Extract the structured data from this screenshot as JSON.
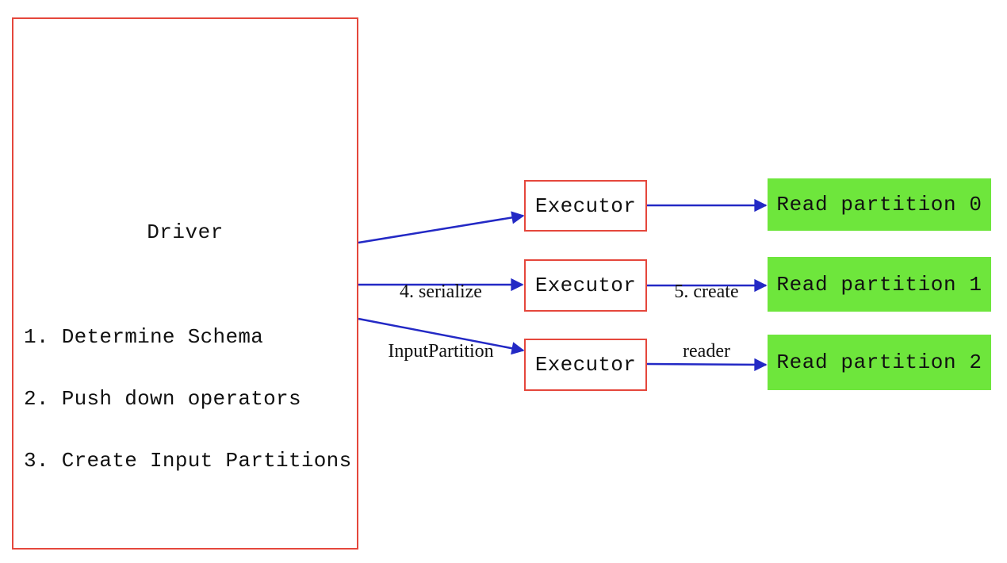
{
  "colors": {
    "box_border_red": "#e5473c",
    "arrow_blue": "#2329c5",
    "partition_green": "#6ee63c",
    "text_ink": "#111111",
    "background": "#ffffff"
  },
  "diagram": {
    "driver": {
      "title": "Driver",
      "steps": [
        "1. Determine Schema",
        "2. Push down operators",
        "3. Create Input Partitions"
      ]
    },
    "executors": [
      "Executor",
      "Executor",
      "Executor"
    ],
    "partitions": [
      "Read partition 0",
      "Read partition 1",
      "Read partition 2"
    ],
    "edge_labels": {
      "serialize": {
        "line1": "4. serialize",
        "line2": "InputPartition"
      },
      "create_reader": {
        "line1": "5. create",
        "line2": "reader"
      }
    }
  }
}
